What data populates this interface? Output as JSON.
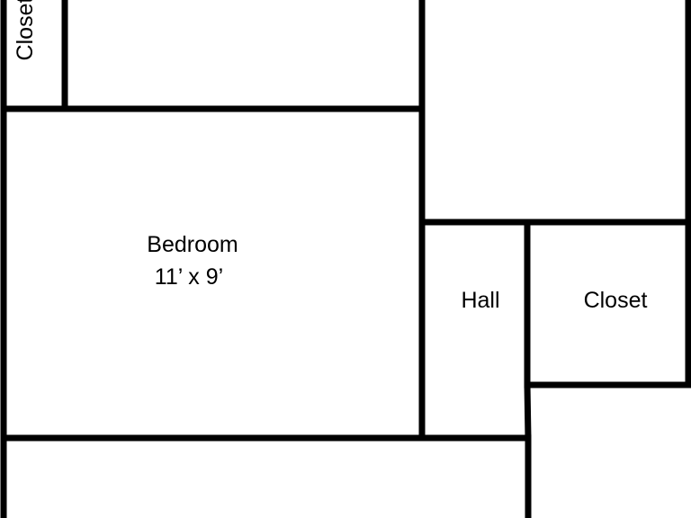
{
  "floorplan": {
    "wall_color": "#000000",
    "background_color": "#ffffff",
    "rooms": {
      "bedroom": {
        "name": "Bedroom",
        "dimensions": "11’ x 9’"
      },
      "hall": {
        "name": "Hall"
      },
      "closet_right": {
        "name": "Closet"
      },
      "closet_top_left": {
        "name": "Closet"
      }
    }
  }
}
